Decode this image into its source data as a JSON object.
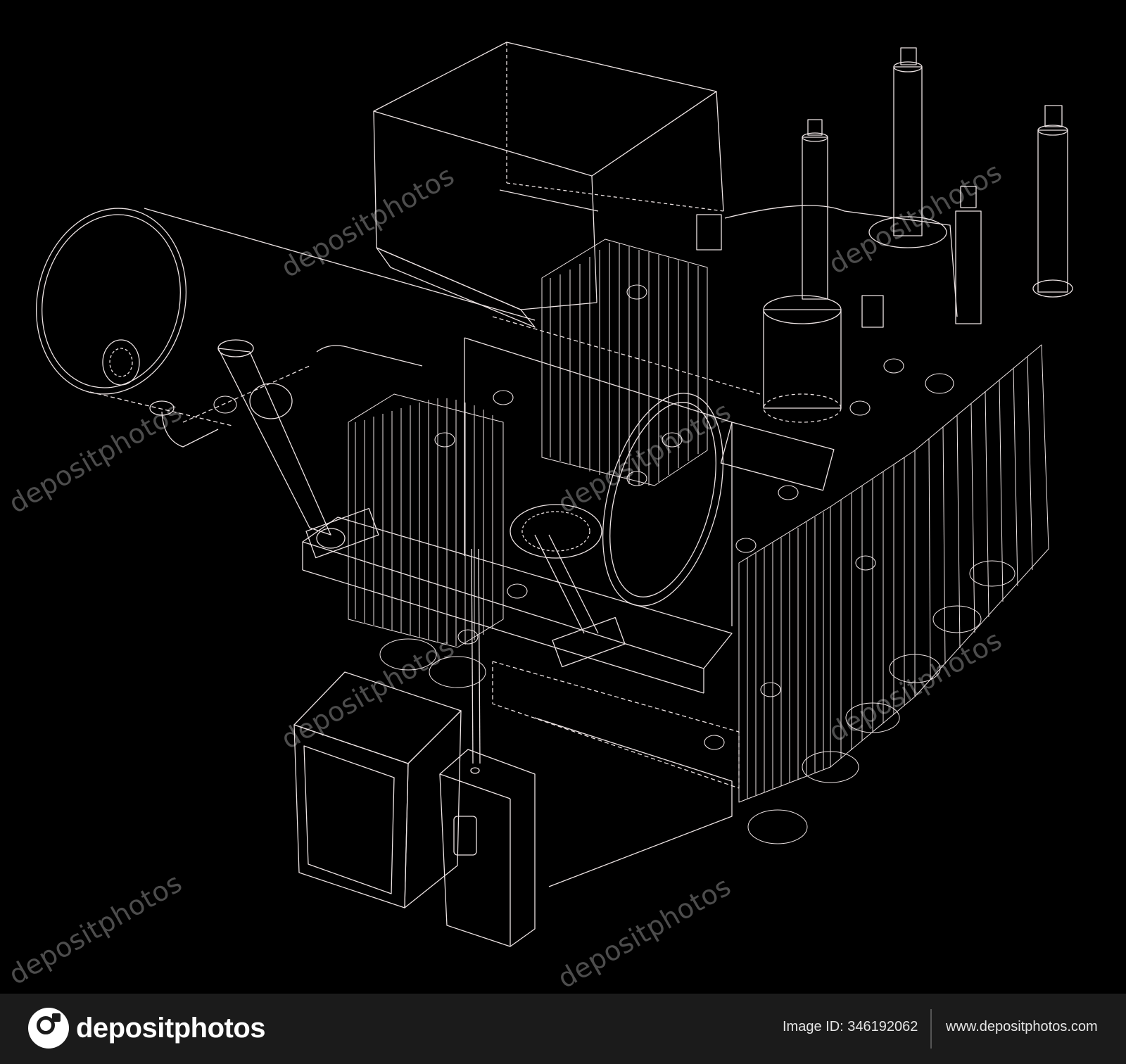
{
  "watermark": {
    "text": "depositphotos",
    "color": "#ffffff"
  },
  "illustration": {
    "style": "white wireframe line drawing on black",
    "line_color": "#ece3e3",
    "background": "#000000"
  },
  "footer": {
    "brand": "depositphotos",
    "image_id": "Image ID: 346192062",
    "url": "www.depositphotos.com",
    "background": "#1b1b1b"
  }
}
